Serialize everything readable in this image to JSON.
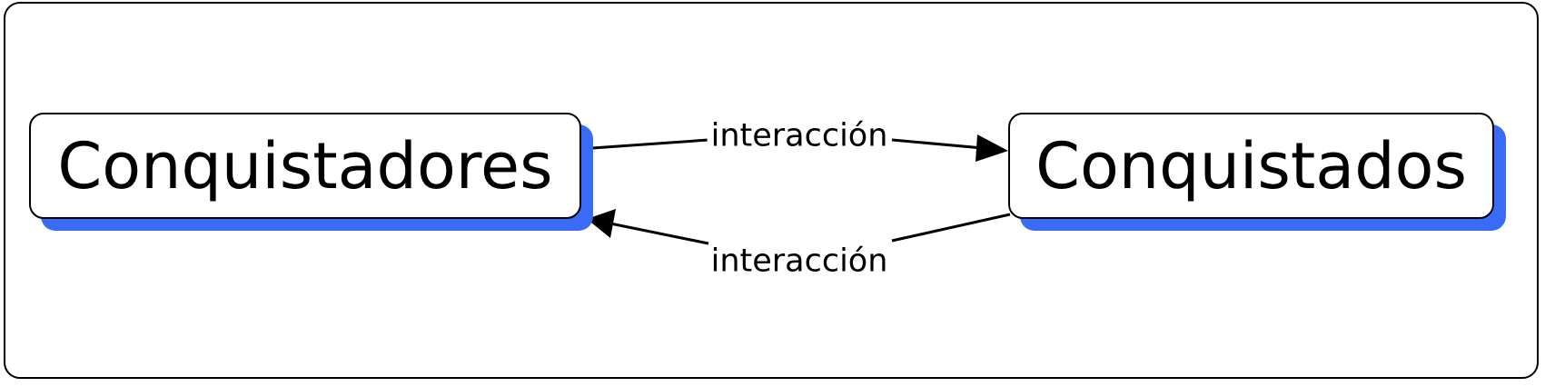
{
  "diagram": {
    "nodes": [
      {
        "label": "Conquistadores"
      },
      {
        "label": "Conquistados"
      }
    ],
    "edges": [
      {
        "from": "Conquistadores",
        "to": "Conquistados",
        "label": "interacción"
      },
      {
        "from": "Conquistados",
        "to": "Conquistadores",
        "label": "interacción"
      }
    ]
  },
  "colors": {
    "node_shadow": "#3a6bf7",
    "stroke": "#000000",
    "background": "#ffffff"
  }
}
